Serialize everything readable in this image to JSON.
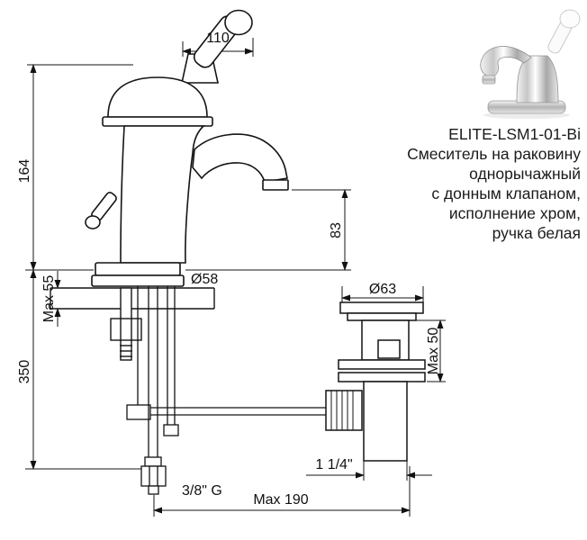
{
  "product": {
    "code": "ELITE-LSM1-01-Bi",
    "description_lines": [
      "Смеситель на раковину",
      "однорычажный",
      "с донным клапаном,",
      "исполнение хром,",
      "ручка белая"
    ]
  },
  "dimensions": {
    "handle_width": "110",
    "faucet_height": "164",
    "spout_outlet_height": "83",
    "base_diameter": "Ø58",
    "deck_thickness": "Max 55",
    "hose_length": "350",
    "drain_flange_diameter": "Ø63",
    "drain_body_depth": "Max 50",
    "drain_thread": "1 1/4\"",
    "supply_thread": "3/8\" G",
    "overall_width": "Max 190"
  }
}
